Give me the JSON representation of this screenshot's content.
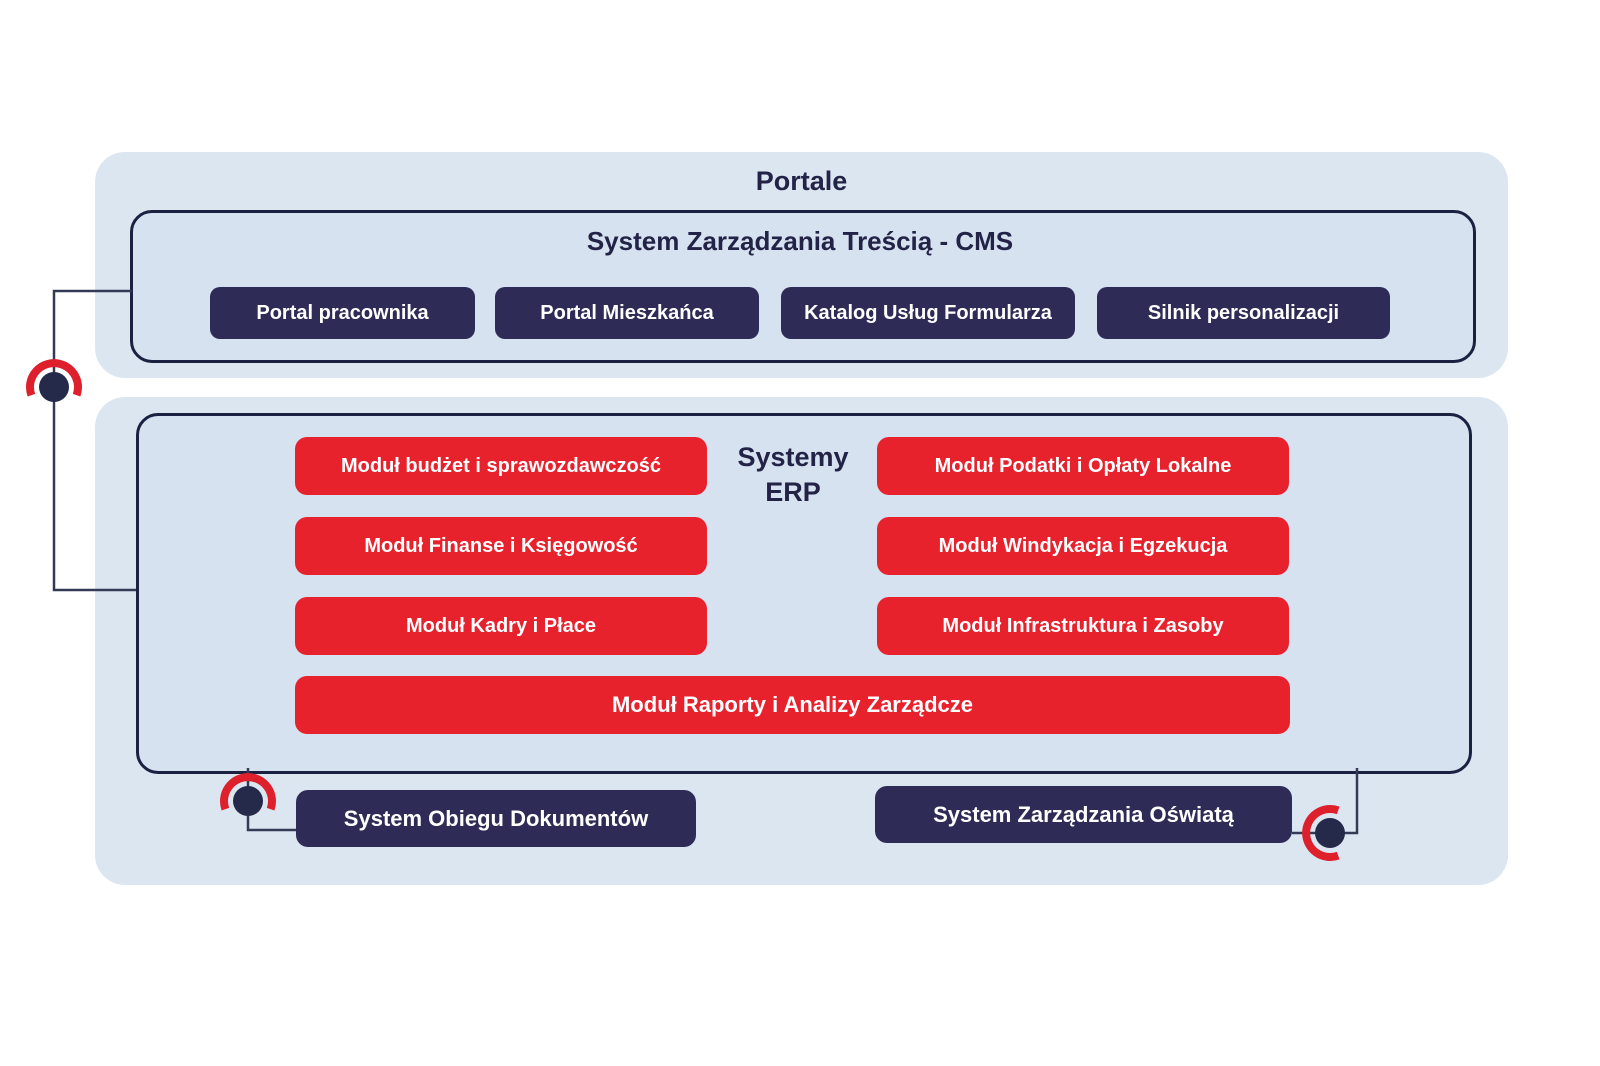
{
  "portals": {
    "title": "Portale",
    "cms": {
      "title": "System Zarządzania Treścią - CMS",
      "buttons": [
        "Portal pracownika",
        "Portal Mieszkańca",
        "Katalog Usług Formularza",
        "Silnik personalizacji"
      ]
    }
  },
  "erp": {
    "label": {
      "line1": "Systemy",
      "line2": "ERP"
    },
    "modules_left": [
      "Moduł budżet i sprawozdawczość",
      "Moduł Finanse i Księgowość",
      "Moduł Kadry i Płace"
    ],
    "modules_right": [
      "Moduł Podatki i Opłaty Lokalne",
      "Moduł Windykacja i Egzekucja",
      "Moduł Infrastruktura i Zasoby"
    ],
    "module_wide": "Moduł Raporty i Analizy Zarządcze"
  },
  "systems": {
    "documents": "System Obiegu Dokumentów",
    "education": "System Zarządzania Oświatą"
  },
  "colors": {
    "panel_blue": "#dce6f1",
    "box_fill_blue": "#d6e2ef",
    "outline_navy": "#1b2140",
    "button_navy": "#2e2c57",
    "module_red": "#e8222d",
    "arc_red": "#dd202c",
    "connector_line": "#333a56",
    "node_fill": "#262a4a",
    "title_text": "#232347"
  }
}
